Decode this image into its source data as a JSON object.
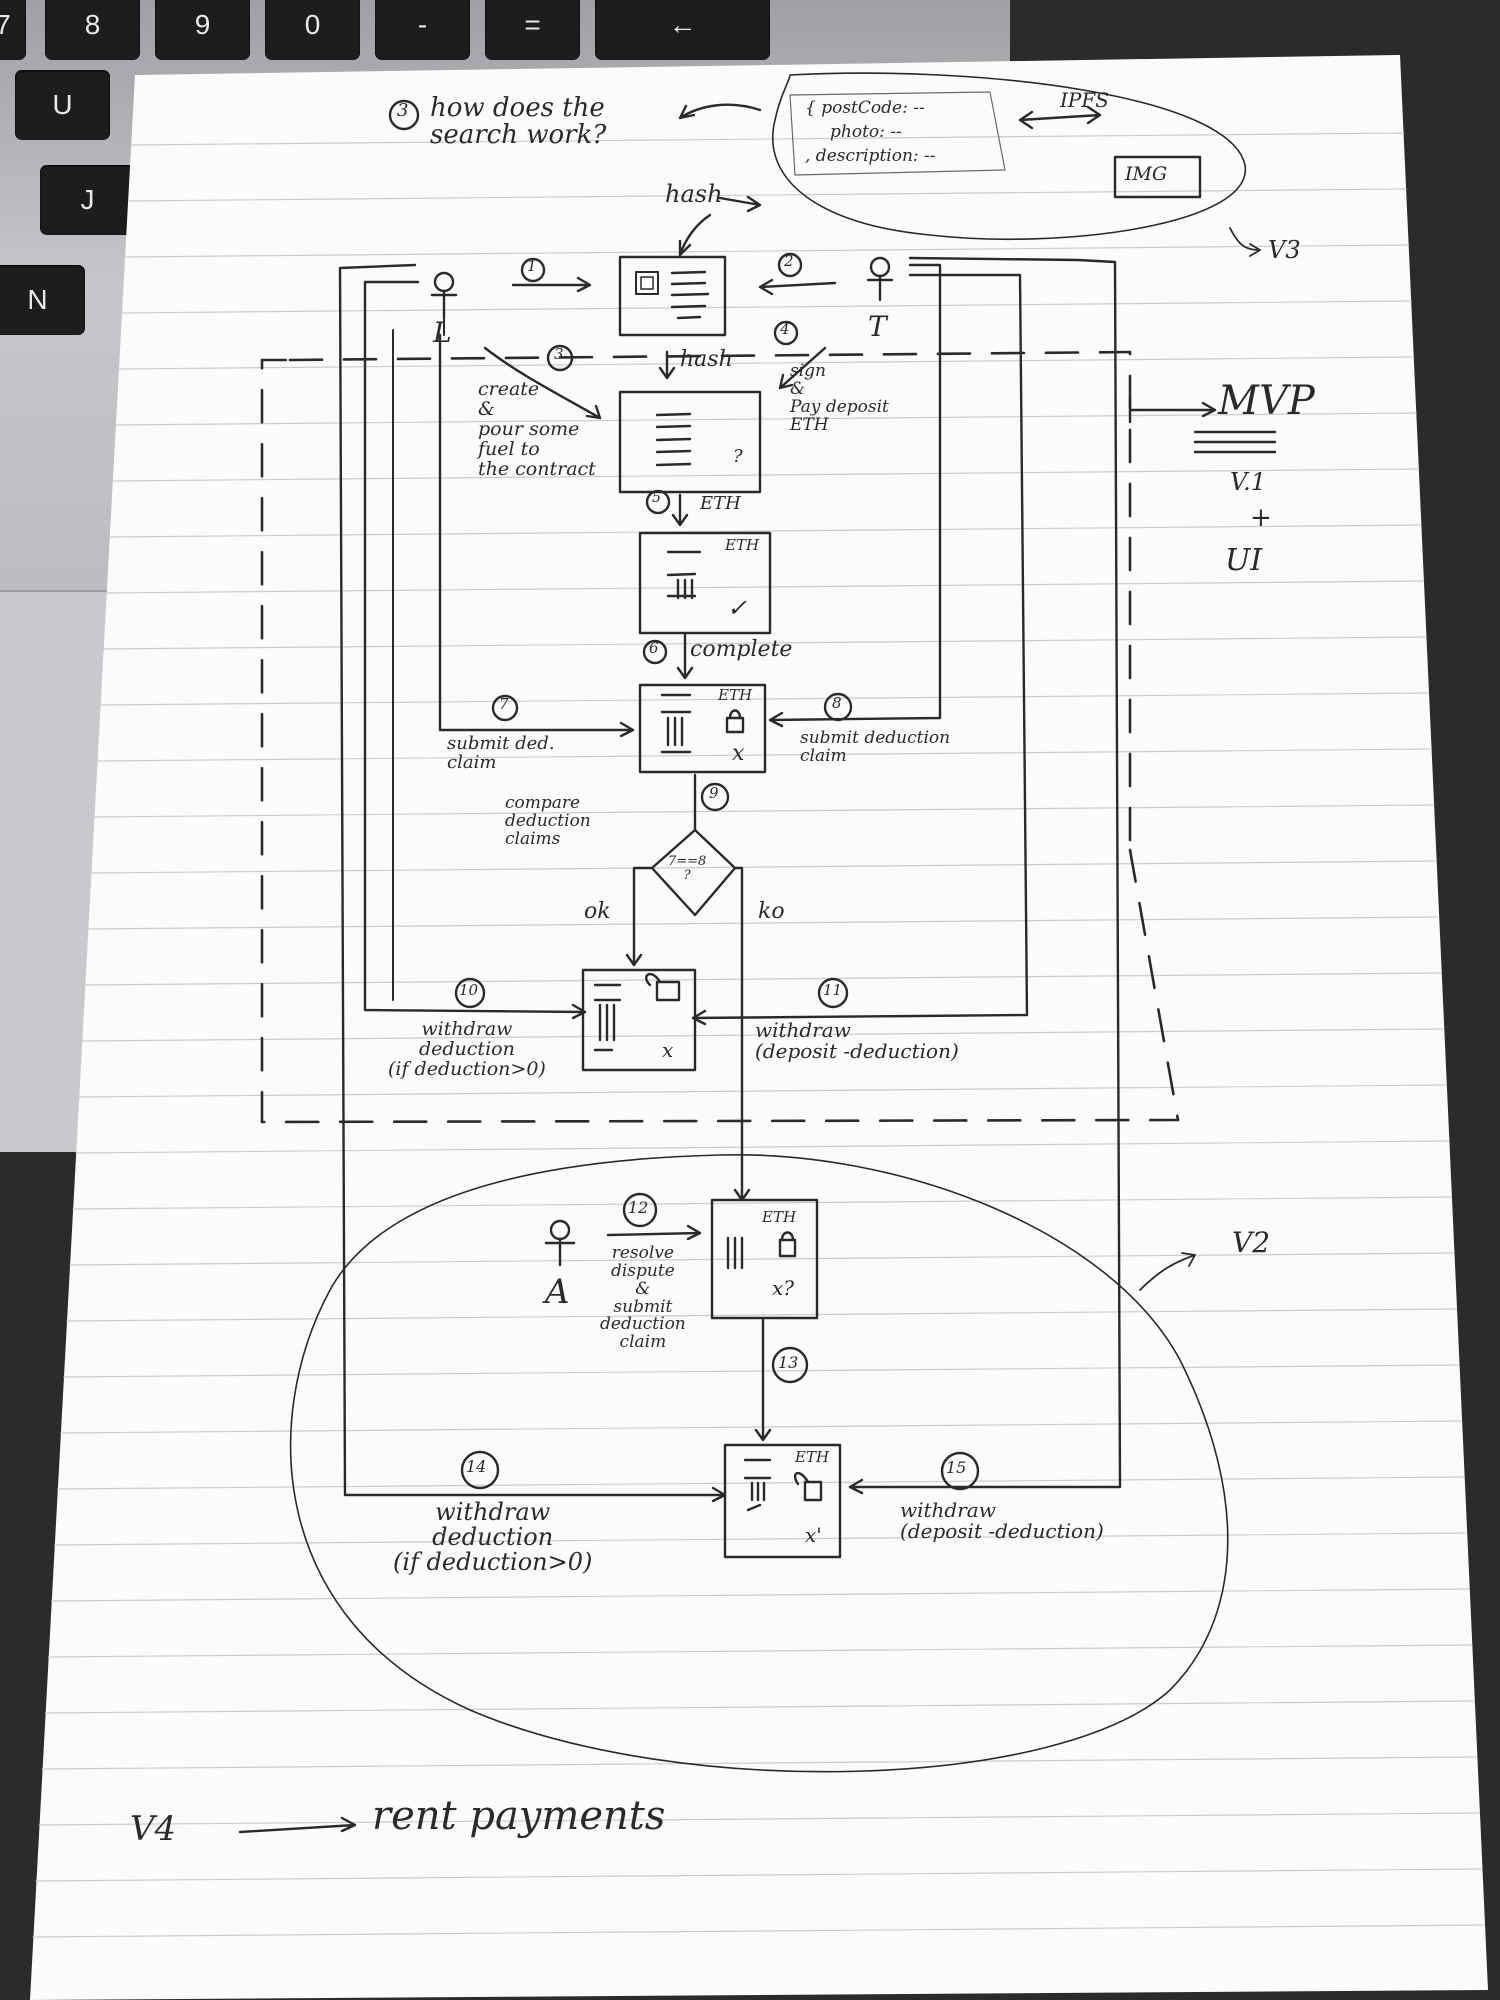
{
  "keyboard": {
    "keys_top": [
      "7",
      "8",
      "9",
      "0",
      "-",
      "=",
      "←"
    ],
    "keys_side": [
      "U",
      "J",
      "N"
    ]
  },
  "notes": {
    "search_question": "how does the search work?",
    "search_num": "3",
    "json_object": [
      "{ postCode: --",
      "photo: --",
      ", description: --"
    ],
    "ipfs": "IPFS",
    "img": "IMG",
    "hash_top": "hash",
    "v3": "V3",
    "mvp": "MVP",
    "v1": "V.1",
    "plus": "+",
    "ui": "UI",
    "v2": "V2",
    "v4": "V4",
    "rent_payments": "rent payments"
  },
  "actors": {
    "landlord": "L",
    "tenant": "T",
    "arbiter": "A"
  },
  "steps": {
    "s1": "1",
    "s2": "2",
    "s3": "3",
    "s3_label": "create\n&\npour some\nfuel to\nthe contract",
    "s4": "4",
    "s4_label": "sign\n&\nPay deposit\nETH",
    "hash_mid": "hash",
    "s5": "5",
    "s5_label": "ETH",
    "s6": "6",
    "s6_label": "complete",
    "s7": "7",
    "s7_label": "submit ded.\nclaim",
    "s8": "8",
    "s8_label": "submit deduction\nclaim",
    "s9": "9",
    "s9_label": "compare\ndeduction\nclaims",
    "diamond": "7==8\n?",
    "ok": "ok",
    "ko": "ko",
    "s10": "10",
    "s10_label": "withdraw\ndeduction\n(if deduction>0)",
    "s11": "11",
    "s11_label": "withdraw\n(deposit -deduction)",
    "s12": "12",
    "s12_label": "resolve\ndispute\n&\nsubmit\ndeduction\nclaim",
    "s13": "13",
    "s14": "14",
    "s14_label": "withdraw\ndeduction\n(if deduction>0)",
    "s15": "15",
    "s15_label": "withdraw\n(deposit -deduction)"
  },
  "boxes": {
    "eth": "ETH",
    "check": "✓",
    "x": "x",
    "x_q": "x?",
    "x_prime": "x'",
    "q": "?"
  }
}
